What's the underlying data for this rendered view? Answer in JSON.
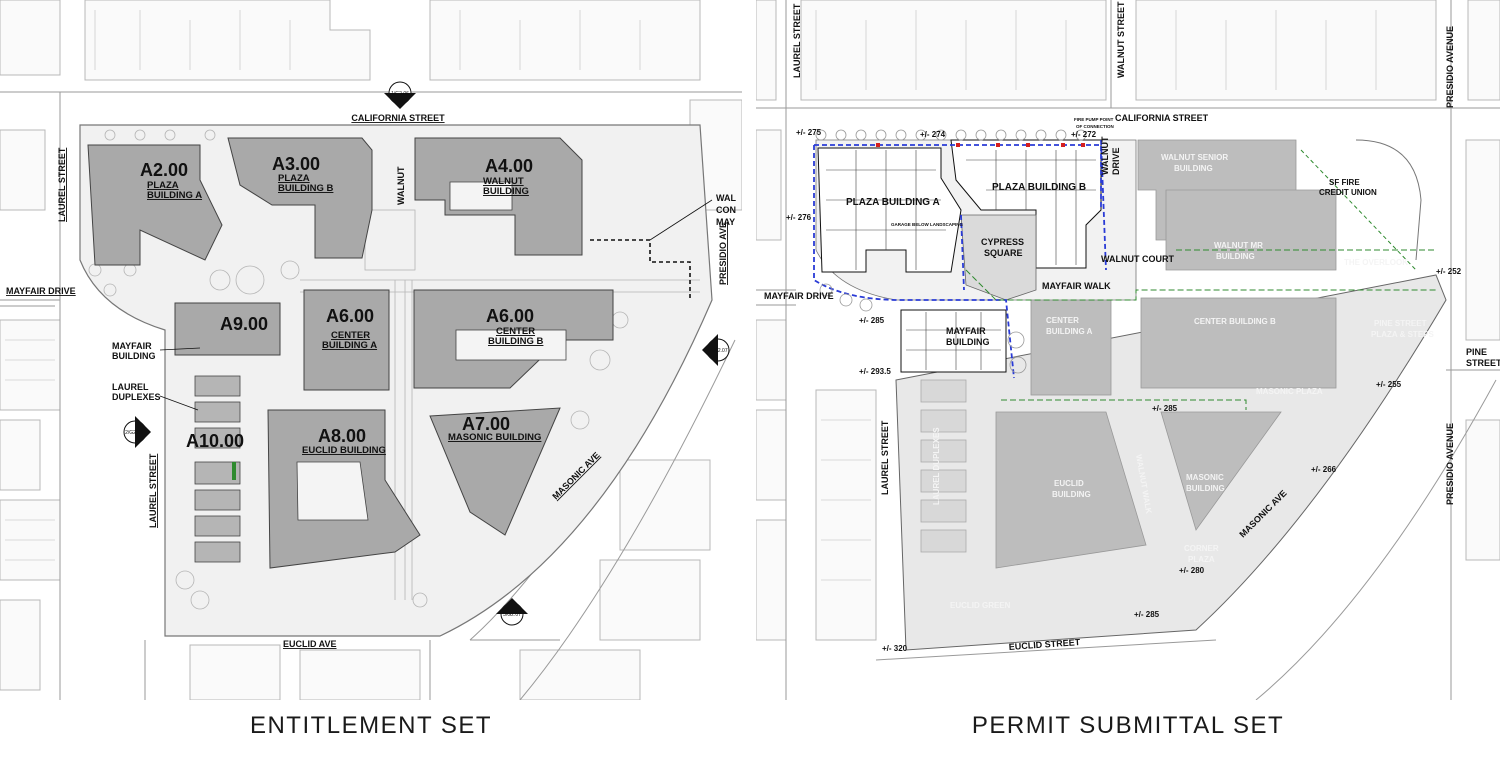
{
  "left": {
    "caption": "ENTITLEMENT SET",
    "streets": {
      "california": "CALIFORNIA STREET",
      "laurel_top": "LAUREL STREET",
      "laurel_bottom": "LAUREL STREET",
      "mayfair": "MAYFAIR DRIVE",
      "euclid": "EUCLID AVE",
      "masonic": "MASONIC AVE",
      "presidio": "PRESIDIO AVE",
      "walnut": "WALNUT"
    },
    "buildings": [
      {
        "code": "A2.00",
        "name1": "PLAZA",
        "name2": "BUILDING A"
      },
      {
        "code": "A3.00",
        "name1": "PLAZA",
        "name2": "BUILDING B"
      },
      {
        "code": "A4.00",
        "name1": "WALNUT",
        "name2": "BUILDING"
      },
      {
        "code": "A9.00",
        "name1": "",
        "name2": ""
      },
      {
        "code": "A6.00",
        "name1": "CENTER",
        "name2": "BUILDING A"
      },
      {
        "code": "A6.00",
        "name1": "CENTER",
        "name2": "BUILDING B"
      },
      {
        "code": "A10.00",
        "name1": "",
        "name2": ""
      },
      {
        "code": "A8.00",
        "name1": "EUCLID BUILDING",
        "name2": ""
      },
      {
        "code": "A7.00",
        "name1": "MASONIC BUILDING",
        "name2": ""
      }
    ],
    "callouts": {
      "mayfair_building_1": "MAYFAIR",
      "mayfair_building_2": "BUILDING",
      "laurel_duplexes_1": "LAUREL",
      "laurel_duplexes_2": "DUPLEXES",
      "walnut_conn_1": "WAL",
      "walnut_conn_2": "CON",
      "walnut_conn_3": "MAY"
    },
    "section_markers": {
      "top": "1/G2.06",
      "left": "2/G2.06",
      "right": "4/A2.07",
      "bottom": "3/G2.07"
    }
  },
  "right": {
    "caption": "PERMIT SUBMITTAL SET",
    "streets": {
      "laurel_top": "LAUREL STREET",
      "walnut_top": "WALNUT STREET",
      "presidio_top": "PRESIDIO AVENUE",
      "california": "CALIFORNIA STREET",
      "mayfair": "MAYFAIR DRIVE",
      "laurel_mid": "LAUREL STREET",
      "euclid": "EUCLID STREET",
      "masonic": "MASONIC AVE",
      "presidio_mid": "PRESIDIO AVENUE",
      "pine_1": "PINE",
      "pine_2": "STREET",
      "walnut_drive_1": "WALNUT",
      "walnut_drive_2": "DRIVE"
    },
    "labels": {
      "plaza_a": "PLAZA BUILDING A",
      "plaza_b": "PLAZA BUILDING B",
      "cypress_1": "CYPRESS",
      "cypress_2": "SQUARE",
      "walnut_court": "WALNUT COURT",
      "mayfair_walk": "MAYFAIR WALK",
      "mayfair_bldg_1": "MAYFAIR",
      "mayfair_bldg_2": "BUILDING",
      "walnut_senior_1": "WALNUT SENIOR",
      "walnut_senior_2": "BUILDING",
      "walnut_mr_1": "WALNUT MR",
      "walnut_mr_2": "BUILDING",
      "the_overlook": "THE OVERLOOK",
      "sf_fire_1": "SF FIRE",
      "sf_fire_2": "CREDIT UNION",
      "center_a_1": "CENTER",
      "center_a_2": "BUILDING A",
      "center_b": "CENTER BUILDING B",
      "pine_plaza_1": "PINE STREET",
      "pine_plaza_2": "PLAZA & STEPS",
      "masonic_plaza": "MASONIC PLAZA",
      "euclid_1": "EUCLID",
      "euclid_2": "BUILDING",
      "walnut_walk": "WALNUT WALK",
      "masonic_bldg_1": "MASONIC",
      "masonic_bldg_2": "BUILDING",
      "laurel_duplexes": "LAUREL DUPLEXES",
      "corner_plaza_1": "CORNER",
      "corner_plaza_2": "PLAZA",
      "euclid_green": "EUCLID GREEN",
      "garage_note": "GARAGE BELOW LANDSCAPING",
      "fire_pump_1": "FIRE PUMP POINT",
      "fire_pump_2": "OF CONNECTION"
    },
    "elevations": {
      "e275": "+/- 275",
      "e274": "+/- 274",
      "e272": "+/- 272",
      "e276": "+/- 276",
      "e252": "+/- 252",
      "e285a": "+/- 285",
      "e293": "+/- 293.5",
      "e255": "+/- 255",
      "e285b": "+/- 285",
      "e266": "+/- 266",
      "e280": "+/- 280",
      "e285c": "+/- 285",
      "e320": "+/- 320"
    }
  },
  "colors": {
    "building_fill": "#a9a9a9",
    "building_fill_light": "#c4c4c4",
    "context_line": "#b8b8b8",
    "route_blue": "#2a3bd6",
    "garage_green": "#2f8a2f",
    "fire_red": "#d42020"
  }
}
